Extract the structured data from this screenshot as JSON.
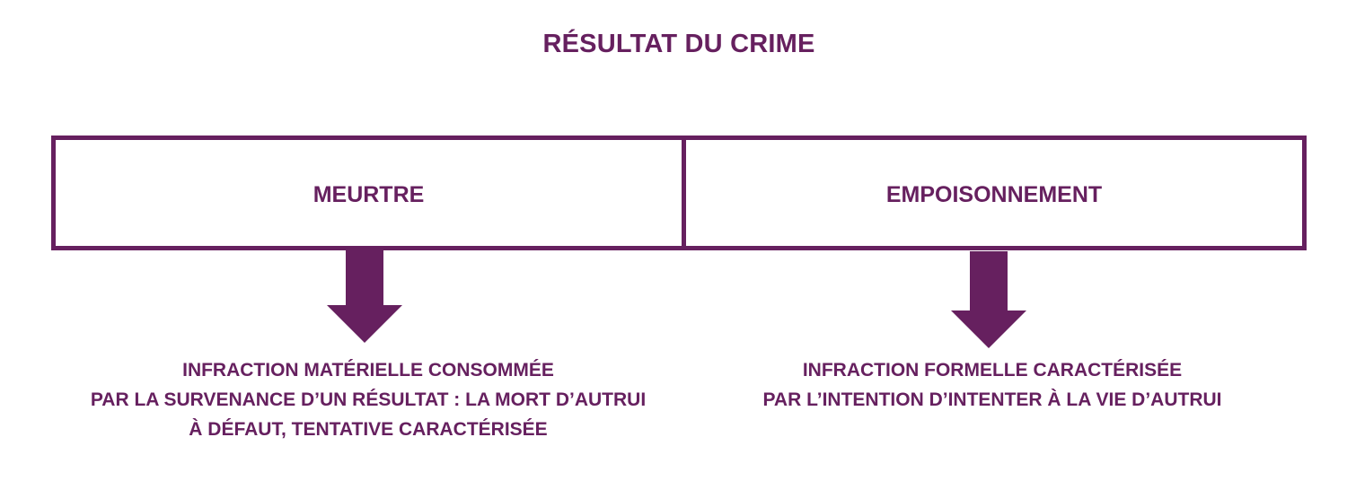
{
  "title": "RÉSULTAT DU CRIME",
  "columns": [
    {
      "heading": "MEURTRE",
      "lines": [
        "INFRACTION MATÉRIELLE CONSOMMÉE",
        "PAR LA SURVENANCE D’UN RÉSULTAT : LA MORT D’AUTRUI",
        "À DÉFAUT, TENTATIVE CARACTÉRISÉE"
      ]
    },
    {
      "heading": "EMPOISONNEMENT",
      "lines": [
        "INFRACTION FORMELLE CARACTÉRISÉE",
        "PAR L’INTENTION D’INTENTER À LA VIE D’AUTRUI"
      ]
    }
  ],
  "colors": {
    "accent": "#66205f",
    "background": "#ffffff"
  },
  "icons": {
    "arrow": "down-arrow-icon"
  }
}
